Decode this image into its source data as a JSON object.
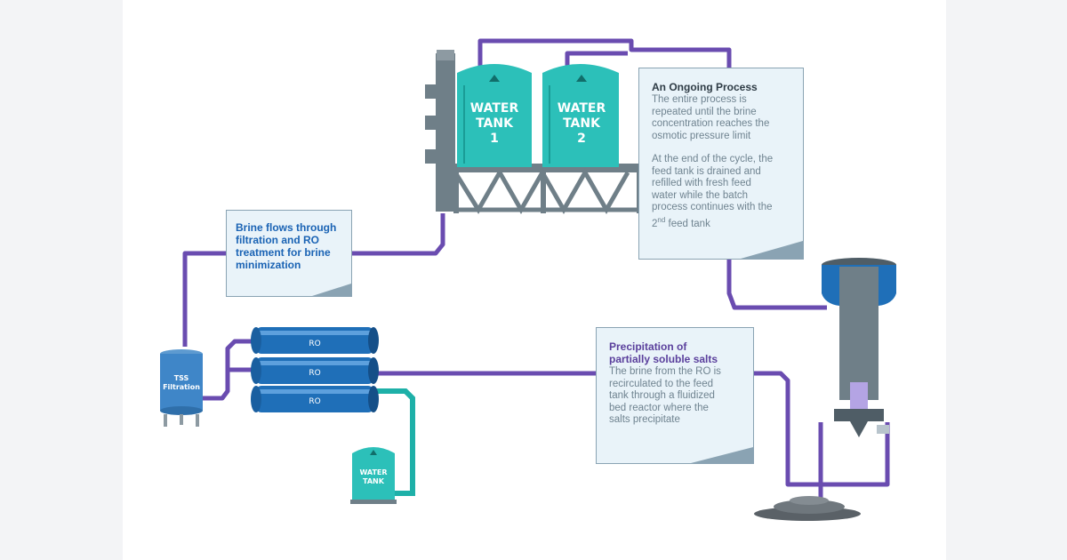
{
  "colors": {
    "pipe_purple": "#6a4cb0",
    "pipe_teal": "#1eb0a8",
    "tank_teal": "#2cc0b9",
    "ro_blue": "#1f6fb8",
    "steel_gray": "#6f7f88",
    "callout_fill": "#e9f3f9",
    "callout_title_blue": "#1a63b4",
    "callout_title_purple": "#5a3f9c"
  },
  "tanks": {
    "tank1": {
      "line1": "WATER",
      "line2": "TANK",
      "line3": "1"
    },
    "tank2": {
      "line1": "WATER",
      "line2": "TANK",
      "line3": "2"
    },
    "small": {
      "line1": "WATER",
      "line2": "TANK"
    }
  },
  "tss": {
    "line1": "TSS",
    "line2": "Filtration"
  },
  "ro_units": [
    "RO",
    "RO",
    "RO"
  ],
  "callouts": {
    "brine_flow": {
      "lines": [
        "Brine flows through",
        "filtration and RO",
        "treatment for brine",
        "minimization"
      ]
    },
    "ongoing": {
      "title": "An Ongoing Process",
      "para1": [
        "The entire process is",
        "repeated until the brine",
        "concentration reaches the",
        "osmotic pressure limit"
      ],
      "para2": [
        "At the end of the cycle, the",
        "feed tank is drained and",
        "refilled with fresh feed",
        "water while the batch",
        "process continues with the"
      ],
      "last_prefix": "2",
      "last_sup": "nd",
      "last_suffix": " feed tank"
    },
    "precipitation": {
      "title_lines": [
        "Precipitation of",
        "partially soluble salts"
      ],
      "body": [
        "The brine from the RO is",
        "recirculated to the feed",
        "tank through a fluidized",
        "bed reactor where the",
        "salts precipitate"
      ]
    }
  }
}
